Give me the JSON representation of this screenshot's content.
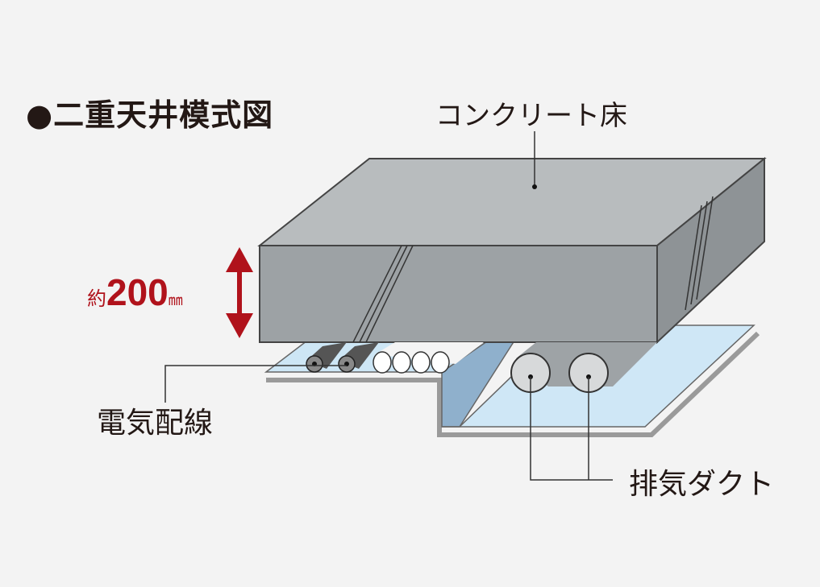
{
  "title": "●二重天井模式図",
  "labels": {
    "concrete_floor": "コンクリート床",
    "electric_wiring": "電気配線",
    "exhaust_duct": "排気ダクト"
  },
  "dimension": {
    "prefix": "約",
    "value": "200",
    "unit": "㎜"
  },
  "colors": {
    "accent": "#b0121b",
    "slab": "#9ea3a6",
    "panel": "#cfe6f4"
  }
}
